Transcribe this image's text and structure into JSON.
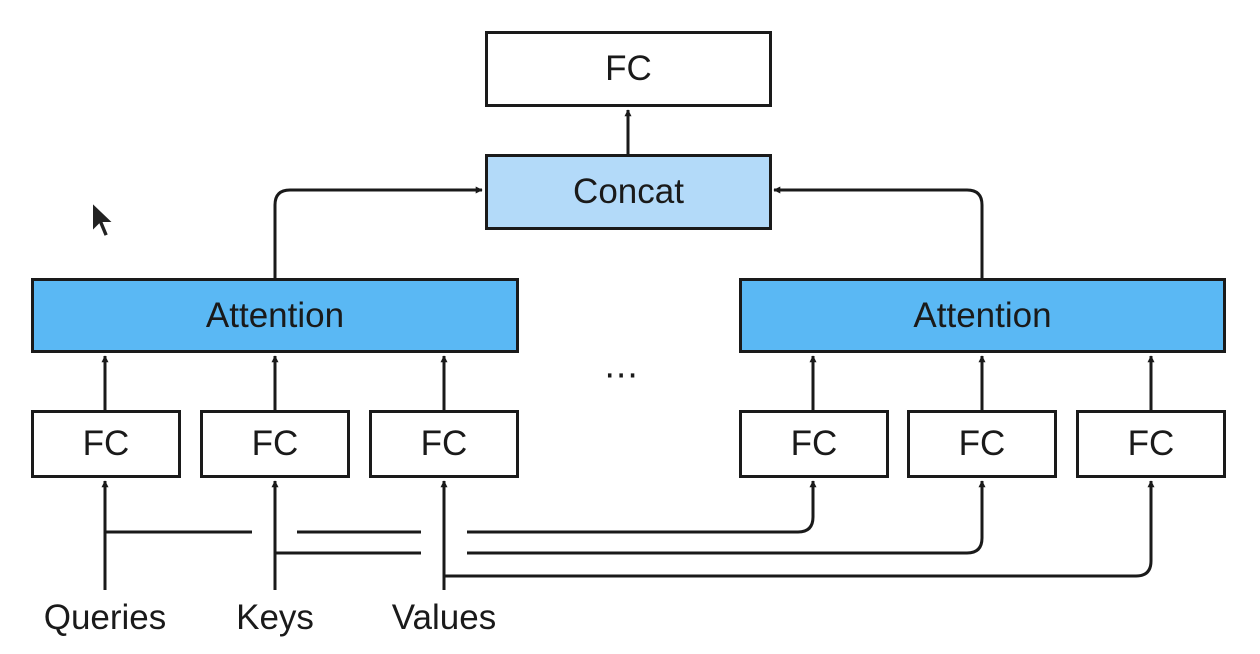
{
  "diagram": {
    "top_fc_label": "FC",
    "concat_label": "Concat",
    "attention_left_label": "Attention",
    "attention_right_label": "Attention",
    "fc_left": [
      "FC",
      "FC",
      "FC"
    ],
    "fc_right": [
      "FC",
      "FC",
      "FC"
    ],
    "ellipsis": "⋯",
    "inputs": [
      "Queries",
      "Keys",
      "Values"
    ]
  },
  "colors": {
    "stroke": "#1a1a1a",
    "concat_fill": "#b3daf9",
    "attention_fill": "#5ab8f4",
    "fc_fill": "#ffffff"
  },
  "icons": {
    "cursor": "mouse-pointer-icon"
  }
}
